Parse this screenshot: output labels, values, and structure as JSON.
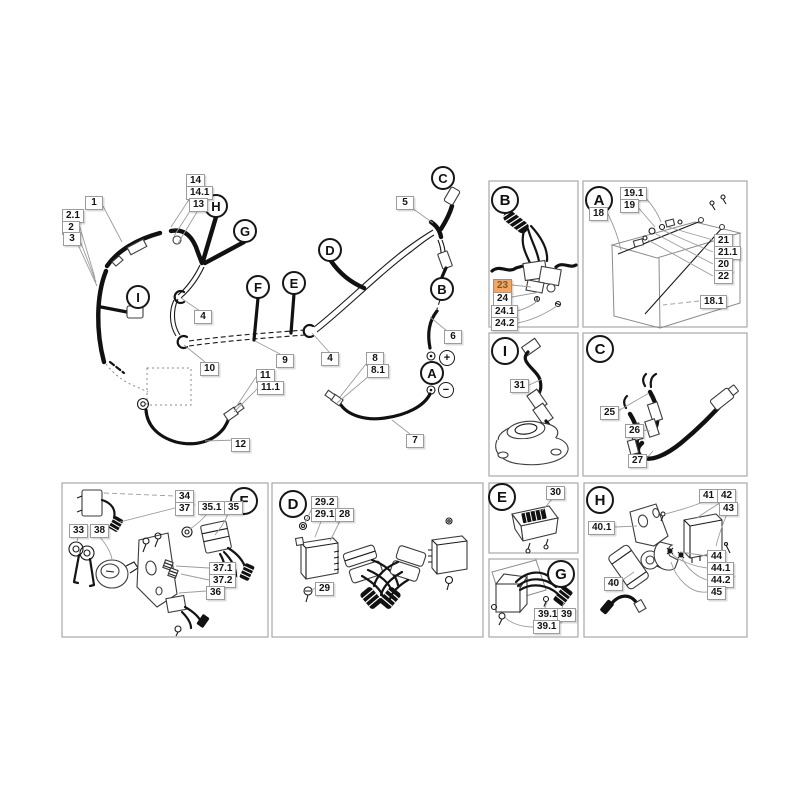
{
  "colors": {
    "highlight_bg": "#f4a55f",
    "highlight_text": "#7a5a2a",
    "line": "#111111",
    "leader": "#9c9c9c",
    "panel_border": "#a8a8a8"
  },
  "highlighted_part": "23",
  "main": {
    "circles": {
      "a": "A",
      "b": "B",
      "c": "C",
      "d": "D",
      "e": "E",
      "f": "F",
      "g": "G",
      "h": "H",
      "i": "I"
    },
    "plus": "+",
    "minus": "−",
    "labels": {
      "l1": "1",
      "l2_1": "2.1",
      "l2": "2",
      "l3": "3",
      "l13": "13",
      "l14": "14",
      "l14_1": "14.1",
      "l4a": "4",
      "l4b": "4",
      "l5": "5",
      "l6": "6",
      "l7": "7",
      "l8": "8",
      "l8_1": "8.1",
      "l9": "9",
      "l10": "10",
      "l11": "11",
      "l11_1": "11.1",
      "l12": "12"
    }
  },
  "panels": {
    "b": {
      "letter": "B",
      "l23": "23",
      "l24": "24",
      "l24_1": "24.1",
      "l24_2": "24.2"
    },
    "a": {
      "letter": "A",
      "l18": "18",
      "l18_1": "18.1",
      "l19": "19",
      "l19_1": "19.1",
      "l20": "20",
      "l21": "21",
      "l21_1": "21.1",
      "l22": "22"
    },
    "i": {
      "letter": "I",
      "l31": "31"
    },
    "c": {
      "letter": "C",
      "l25": "25",
      "l26": "26",
      "l27": "27"
    },
    "f": {
      "letter": "F",
      "l33": "33",
      "l34": "34",
      "l35": "35",
      "l35_1": "35.1",
      "l36": "36",
      "l37": "37",
      "l37_1": "37.1",
      "l37_2": "37.2",
      "l38": "38"
    },
    "d": {
      "letter": "D",
      "l28": "28",
      "l29": "29",
      "l29_1": "29.1",
      "l29_2": "29.2"
    },
    "e": {
      "letter": "E",
      "l30": "30"
    },
    "g": {
      "letter": "G",
      "l39": "39",
      "l39_1a": "39.1",
      "l39_1b": "39.1"
    },
    "h": {
      "letter": "H",
      "l40": "40",
      "l40_1": "40.1",
      "l41": "41",
      "l42": "42",
      "l43": "43",
      "l44": "44",
      "l44_1": "44.1",
      "l44_2": "44.2",
      "l45": "45"
    }
  }
}
